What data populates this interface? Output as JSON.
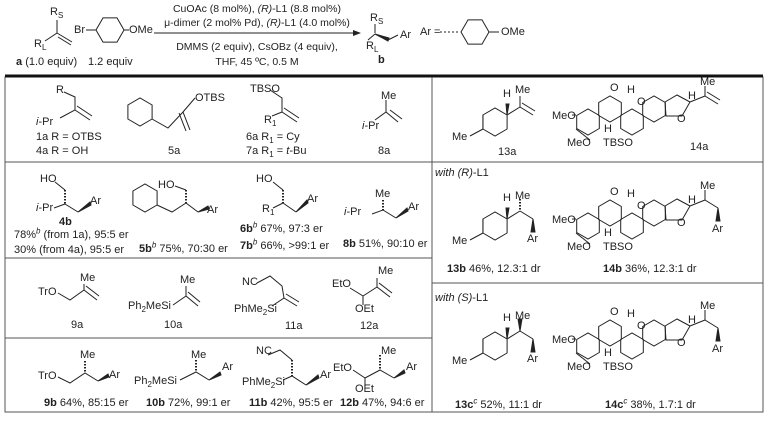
{
  "scheme": {
    "reactant_a": {
      "r": "R",
      "rs_sub": "S",
      "rl_sub": "L",
      "label": "a",
      "equiv": "(1.0 equiv)"
    },
    "aryl_bromide": {
      "br": "Br",
      "ome": "OMe",
      "equiv": "1.2 equiv"
    },
    "conditions": {
      "line1_pre": "CuOAc (8 mol%), ",
      "line1_lig": "(R)",
      "line1_post": "-L1 (8.8 mol%)",
      "line2_pre": "μ-dimer (2 mol% Pd), ",
      "line2_lig": "(R)",
      "line2_post": "-L1 (4.0 mol%)",
      "line3": "DMMS (2 equiv), CsOBz (4 equiv),",
      "line4": "THF, 45 ºC, 0.5 M"
    },
    "product_b": {
      "r": "R",
      "rs_sub": "S",
      "rl_sub": "L",
      "ar": "Ar",
      "label": "b"
    },
    "ar_definition": {
      "label": "Ar =",
      "ome": "OMe"
    }
  },
  "atoms": {
    "r": "R",
    "r1": "R",
    "one": "1",
    "ipr": "i-Pr",
    "ho": "HO",
    "ar": "Ar",
    "me": "Me",
    "tbso": "TBSO",
    "otbs": "OTBS",
    "tro": "TrO",
    "ph2mesi_a": "Ph",
    "two": "2",
    "ph2mesi_b": "MeSi",
    "phme2si_a": "PhMe",
    "phme2si_b": "Si",
    "nc": "NC",
    "eto": "EtO",
    "oet": "OEt",
    "h": "H",
    "o": "O",
    "meo": "MeO"
  },
  "substrates_row1": {
    "s1a": "1a  R = OTBS",
    "s4a": "4a  R = OH",
    "s5a": "5a",
    "s6a_pre": "6a  R",
    "s6a_post": " = Cy",
    "s7a_pre": "7a  R",
    "s7a_post": " = ",
    "s7a_t": "t",
    "s7a_bu": "-Bu",
    "s8a": "8a"
  },
  "products_row2": {
    "p4b_id": "4b",
    "p4b_line1_pct": "78%",
    "note_b": "b",
    "p4b_line1_rest": " (from 1a), 95:5 er",
    "p4b_line2": "30% (from 4a), 95:5 er",
    "p5b_id": "5b",
    "p5b_result": " 75%, 70:30 er",
    "p6b_id": "6b",
    "p6b_result": " 67%, 97:3 er",
    "p7b_id": "7b",
    "p7b_result": " 66%, >99:1 er",
    "p8b_id": "8b",
    "p8b_result": " 51%, 90:10 er"
  },
  "substrates_row3": {
    "s9a": "9a",
    "s10a": "10a",
    "s11a": "11a",
    "s12a": "12a"
  },
  "products_row4": {
    "p9b_id": "9b",
    "p9b_result": " 64%, 85:15 er",
    "p10b_id": "10b",
    "p10b_result": " 72%, 99:1 er",
    "p11b_id": "11b",
    "p11b_result": " 42%, 95:5 er",
    "p12b_id": "12b",
    "p12b_result": " 47%, 94:6 er"
  },
  "natural_products": {
    "s13a": "13a",
    "s14a": "14a",
    "with_r_pre": "with ",
    "with_r_lig": "(R)",
    "with_post": "-L1",
    "with_s_lig": "(S)",
    "p13b_id": "13b",
    "p13b_result": " 46%, 12.3:1 dr",
    "p14b_id": "14b",
    "p14b_result": " 36%, 12.3:1 dr",
    "p13c_id": "13c",
    "note_c": "c",
    "p13c_result": " 52%, 11:1 dr",
    "p14c_id": "14c",
    "p14c_result": " 38%, 1.7:1 dr"
  }
}
